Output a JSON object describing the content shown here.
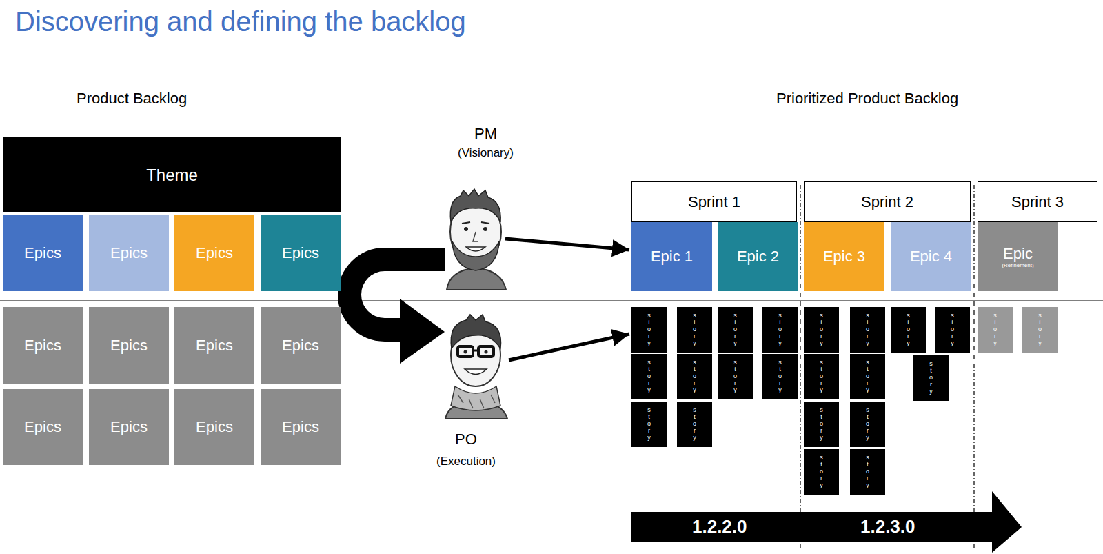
{
  "diagram": {
    "title": "Discovering and defining the backlog",
    "nodes": [
      {
        "text": [
          "Theme"
        ]
      },
      {
        "text": [
          "Epics"
        ]
      },
      {
        "text": [
          "Epics"
        ]
      },
      {
        "text": [
          "Epics"
        ]
      },
      {
        "text": [
          "Epics"
        ]
      },
      {
        "text": [
          "Sprint 1"
        ]
      },
      {
        "text": [
          "Sprint 2"
        ]
      },
      {
        "text": [
          "Sprint 3"
        ]
      },
      {
        "text": [
          "Epic 1"
        ]
      },
      {
        "text": [
          "Epic 2"
        ]
      },
      {
        "text": [
          "Epic 3"
        ]
      },
      {
        "text": [
          "Epic 4"
        ]
      },
      {
        "text": [
          "Epic",
          "(Refinement)"
        ]
      },
      {
        "text": [
          "Epics"
        ]
      },
      {
        "text": [
          "Epics"
        ]
      },
      {
        "text": [
          "Epics"
        ]
      },
      {
        "text": [
          "Epics"
        ]
      },
      {
        "text": [
          "Epics"
        ]
      },
      {
        "text": [
          "Epics"
        ]
      },
      {
        "text": [
          "Epics"
        ]
      },
      {
        "text": [
          "Epics"
        ]
      },
      {
        "text": [
          "story"
        ]
      },
      {
        "text": [
          "story"
        ]
      },
      {
        "text": [
          "story"
        ]
      },
      {
        "text": [
          "story"
        ]
      },
      {
        "text": [
          "story"
        ]
      },
      {
        "text": [
          "story"
        ]
      },
      {
        "text": [
          "story"
        ]
      },
      {
        "text": [
          "story"
        ]
      },
      {
        "text": [
          "story"
        ]
      },
      {
        "text": [
          "story"
        ]
      },
      {
        "text": [
          "story"
        ]
      },
      {
        "text": [
          "story"
        ]
      },
      {
        "text": [
          "story"
        ]
      },
      {
        "text": [
          "story"
        ]
      },
      {
        "text": [
          "story"
        ]
      },
      {
        "text": [
          "story"
        ]
      },
      {
        "text": [
          "story"
        ]
      },
      {
        "text": [
          "story"
        ]
      },
      {
        "text": [
          "story"
        ]
      },
      {
        "text": [
          "story"
        ]
      },
      {
        "text": [
          "story"
        ]
      },
      {
        "text": [
          "story"
        ]
      },
      {
        "text": [
          "story"
        ]
      }
    ],
    "labels": [
      "Product Backlog",
      "PM",
      "(Visionary)",
      "Prioritized Product Backlog",
      "PO",
      "(Execution)",
      "1.2.2.0",
      "1.2.3.0"
    ]
  }
}
